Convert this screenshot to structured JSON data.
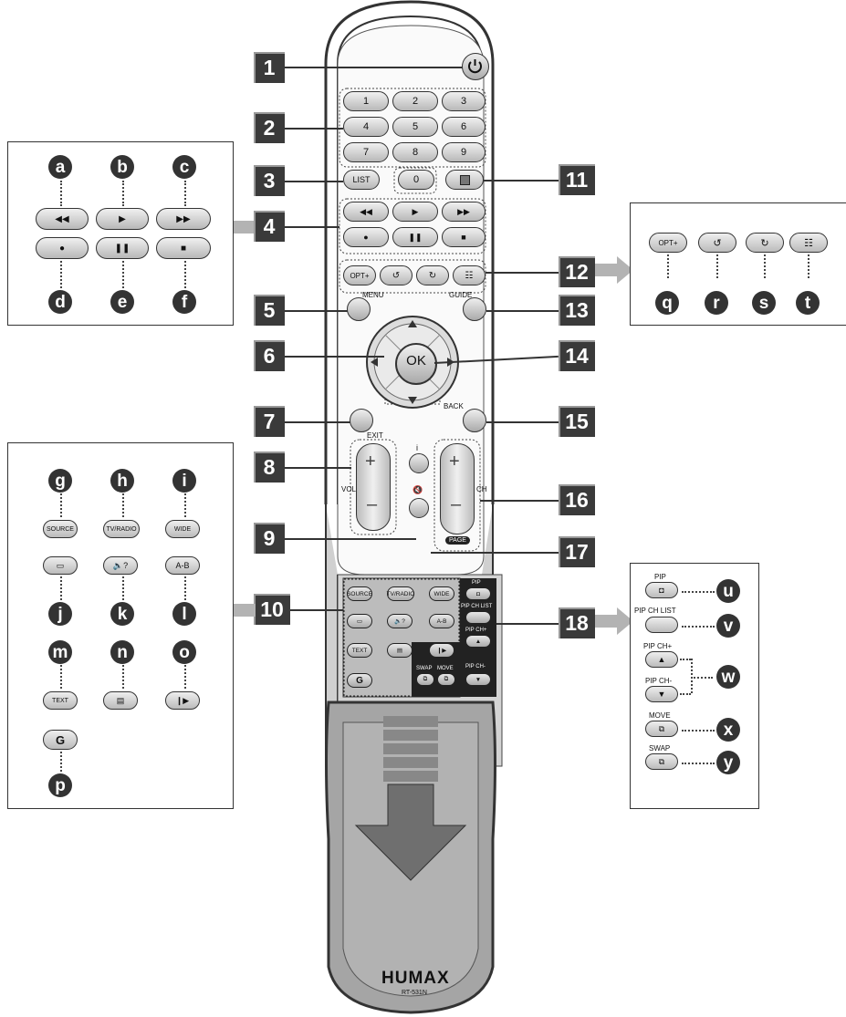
{
  "callouts": {
    "n1": "1",
    "n2": "2",
    "n3": "3",
    "n4": "4",
    "n5": "5",
    "n6": "6",
    "n7": "7",
    "n8": "8",
    "n9": "9",
    "n10": "10",
    "n11": "11",
    "n12": "12",
    "n13": "13",
    "n14": "14",
    "n15": "15",
    "n16": "16",
    "n17": "17",
    "n18": "18"
  },
  "letters": {
    "a": "a",
    "b": "b",
    "c": "c",
    "d": "d",
    "e": "e",
    "f": "f",
    "g": "g",
    "h": "h",
    "i": "i",
    "j": "j",
    "k": "k",
    "l": "l",
    "m": "m",
    "n": "n",
    "o": "o",
    "p": "p",
    "q": "q",
    "r": "r",
    "s": "s",
    "t": "t",
    "u": "u",
    "v": "v",
    "w": "w",
    "x": "x",
    "y": "y"
  },
  "remote": {
    "digits": [
      "1",
      "2",
      "3",
      "4",
      "5",
      "6",
      "7",
      "8",
      "9"
    ],
    "zero": "0",
    "list": "LIST",
    "opt": "OPT+",
    "menu": "MENU",
    "guide": "GUIDE",
    "ok": "OK",
    "exit": "EXIT",
    "back": "BACK",
    "vol": "VOL",
    "ch": "CH",
    "page": "PAGE",
    "brand": "HUMAX",
    "model": "RT-531N"
  },
  "color_panel": {
    "source": "SOURCE",
    "tvradio": "TV/RADIO",
    "wide": "WIDE",
    "ab": "A-B",
    "text": "TEXT",
    "g": "G"
  },
  "pip_panel": {
    "pip": "PIP",
    "pip_ch_list": "PIP CH LIST",
    "pip_ch_plus": "PIP CH+",
    "pip_ch_minus": "PIP CH-",
    "move": "MOVE",
    "swap": "SWAP"
  },
  "colors": {
    "callout_bg": "#3a3a3a",
    "arrow": "#b3b3b3",
    "remote_body": "#e6e6e6"
  }
}
